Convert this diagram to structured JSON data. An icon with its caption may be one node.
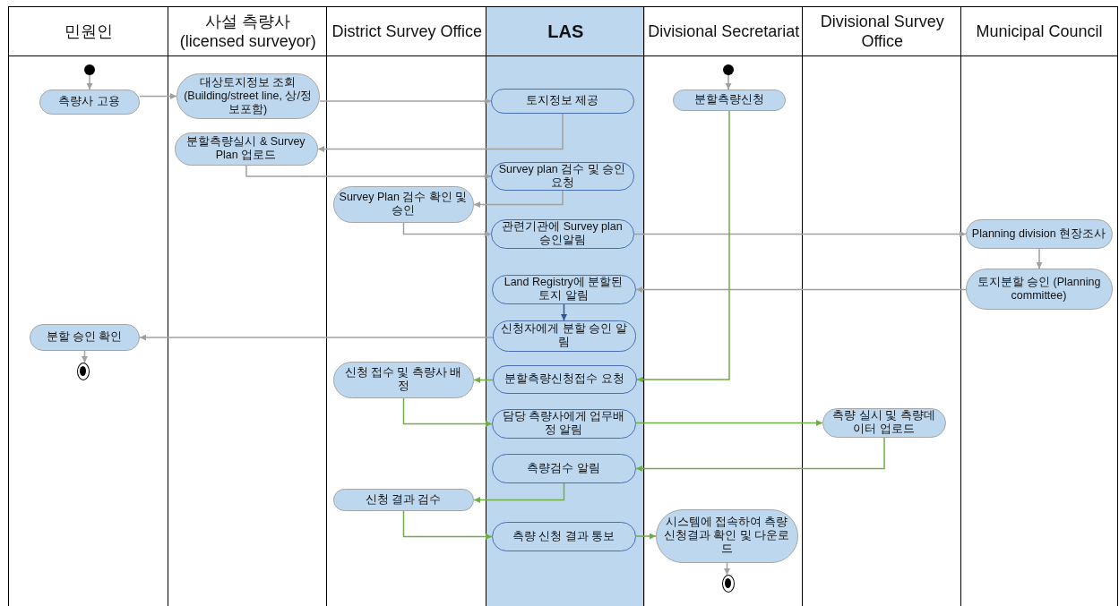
{
  "diagram": {
    "nodes": [
      {
        "text": [
          "민원인"
        ]
      },
      {
        "text": [
          "사설 측량사 (licensed surveyor)"
        ]
      },
      {
        "text": [
          "District Survey Office"
        ]
      },
      {
        "text": [
          "LAS"
        ]
      },
      {
        "text": [
          "Divisional Secretariat"
        ]
      },
      {
        "text": [
          "Divisional Survey Office"
        ]
      },
      {
        "text": [
          "Municipal Council"
        ]
      },
      {
        "text": [],
        "shape": "circle",
        "in": 0
      },
      {
        "text": [
          "측량사 고용"
        ],
        "in": 0
      },
      {
        "text": [
          "대상토지정보 조회 (Building/street line, 상/정보포함)"
        ],
        "in": 1
      },
      {
        "text": [
          "토지정보 제공"
        ],
        "in": 3
      },
      {
        "text": [],
        "shape": "circle",
        "in": 4
      },
      {
        "text": [
          "분할측량신청"
        ],
        "in": 4
      },
      {
        "text": [
          "분할측량실시 & Survey Plan 업로드"
        ],
        "in": 1
      },
      {
        "text": [
          "Survey plan 검수 및 승인요청"
        ],
        "in": 3
      },
      {
        "text": [
          "Survey Plan 검수 확인 및 승인"
        ],
        "in": 2
      },
      {
        "text": [
          "관련기관에 Survey plan 승인알림"
        ],
        "in": 3
      },
      {
        "text": [
          "Planning division 현장조사"
        ],
        "in": 6
      },
      {
        "text": [
          "토지분할 승인 (Planning committee)"
        ],
        "in": 6
      },
      {
        "text": [
          "Land Registry에 분할된 토지 알림"
        ],
        "in": 3
      },
      {
        "text": [
          "신청자에게 분할 승인 알림"
        ],
        "in": 3
      },
      {
        "text": [
          "분할 승인 확인"
        ],
        "in": 0
      },
      {
        "text": [],
        "shape": "bullseye",
        "in": 0
      },
      {
        "text": [
          "신청 접수 및 측량사 배정"
        ],
        "in": 2
      },
      {
        "text": [
          "분할측량신청접수 요청"
        ],
        "in": 3
      },
      {
        "text": [
          "담당 측량사에게 업무배정 알림"
        ],
        "in": 3
      },
      {
        "text": [
          "측량 실시 및 측량데이터 업로드"
        ],
        "in": 5
      },
      {
        "text": [
          "측량검수 알림"
        ],
        "in": 3
      },
      {
        "text": [
          "신청 결과 검수"
        ],
        "in": 2
      },
      {
        "text": [
          "측량 신청 결과 통보"
        ],
        "in": 3
      },
      {
        "text": [
          "시스템에 접속하여 측량신청결과 확인 및 다운로드"
        ],
        "in": 4
      },
      {
        "text": [],
        "shape": "bullseye",
        "in": 4
      }
    ],
    "edges": [
      {
        "from": 7,
        "to": 8,
        "arrow": "to"
      },
      {
        "from": 8,
        "to": 9,
        "arrow": "to"
      },
      {
        "from": 9,
        "to": 10,
        "arrow": "to"
      },
      {
        "from": 10,
        "to": 13,
        "arrow": "to"
      },
      {
        "from": 13,
        "to": 14,
        "arrow": "to"
      },
      {
        "from": 14,
        "to": 15,
        "arrow": "to"
      },
      {
        "from": 15,
        "to": 16,
        "arrow": "to"
      },
      {
        "from": 16,
        "to": 17,
        "arrow": "to"
      },
      {
        "from": 17,
        "to": 18,
        "arrow": "to"
      },
      {
        "from": 18,
        "to": 19,
        "arrow": "to"
      },
      {
        "from": 19,
        "to": 20,
        "arrow": "to",
        "color": "#2f5597"
      },
      {
        "from": 20,
        "to": 21,
        "arrow": "to"
      },
      {
        "from": 21,
        "to": 22,
        "arrow": "to"
      },
      {
        "from": 11,
        "to": 12,
        "arrow": "to"
      },
      {
        "from": 12,
        "to": 24,
        "arrow": "to",
        "color": "#70ad47"
      },
      {
        "from": 24,
        "to": 23,
        "arrow": "to",
        "color": "#70ad47"
      },
      {
        "from": 23,
        "to": 25,
        "arrow": "to",
        "color": "#70ad47"
      },
      {
        "from": 25,
        "to": 26,
        "arrow": "to",
        "color": "#70ad47"
      },
      {
        "from": 26,
        "to": 27,
        "arrow": "to",
        "color": "#70ad47"
      },
      {
        "from": 27,
        "to": 28,
        "arrow": "to",
        "color": "#70ad47"
      },
      {
        "from": 28,
        "to": 29,
        "arrow": "to",
        "color": "#70ad47"
      },
      {
        "from": 29,
        "to": 30,
        "arrow": "to",
        "color": "#70ad47"
      },
      {
        "from": 30,
        "to": 31,
        "arrow": "to"
      }
    ]
  }
}
